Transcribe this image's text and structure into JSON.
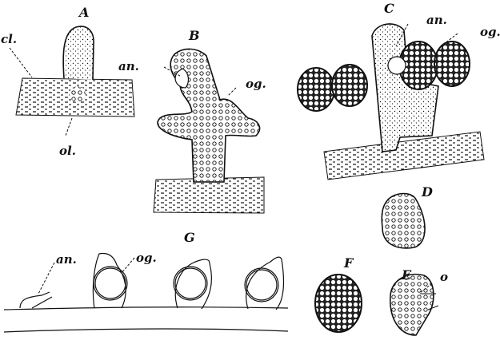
{
  "figure": {
    "description": "Botanical illustration of sexual reproductive organs (antheridia and oogonia) on filaments",
    "ink_color": "#111111",
    "background": "#ffffff"
  },
  "panels": [
    {
      "id": "A",
      "label": "A",
      "parts": [
        "cl.",
        "ol."
      ]
    },
    {
      "id": "B",
      "label": "B",
      "parts": [
        "an.",
        "og."
      ]
    },
    {
      "id": "C",
      "label": "C",
      "parts": [
        "an.",
        "og."
      ]
    },
    {
      "id": "D",
      "label": "D",
      "parts": []
    },
    {
      "id": "E",
      "label": "E",
      "parts": [
        "o"
      ]
    },
    {
      "id": "F",
      "label": "F",
      "parts": []
    },
    {
      "id": "G",
      "label": "G",
      "parts": [
        "an.",
        "og."
      ]
    }
  ],
  "labels": {
    "A": "A",
    "B": "B",
    "C": "C",
    "D": "D",
    "E": "E",
    "F": "F",
    "G": "G",
    "a_cl": "cl.",
    "a_ol": "ol.",
    "b_an": "an.",
    "b_og": "og.",
    "c_an": "an.",
    "c_og": "og.",
    "e_o": "o",
    "g_an": "an.",
    "g_og": "og."
  }
}
